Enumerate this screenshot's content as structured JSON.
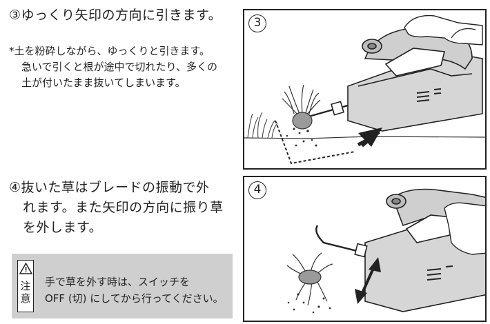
{
  "step3": {
    "title": "③ゆっくり矢印の方向に引きます。",
    "note_mark": "*",
    "note_lines": [
      "土を粉砕しながら、ゆっくりと引きます。",
      "急いで引くと根が途中で切れたり、多くの",
      "土が付いたまま抜いてしまいます。"
    ],
    "badge": "3"
  },
  "step4": {
    "title_lines": [
      "④抜いた草はブレードの振動で外",
      "れます。また矢印の方向に振り草",
      "を外します。"
    ],
    "badge": "4"
  },
  "caution": {
    "kanji_top": "注",
    "kanji_bottom": "意",
    "lines": [
      "手で草を外す時は、スイッチを",
      "OFF (切) にしてから行ってください。"
    ]
  },
  "icons": [
    "warning-triangle-icon"
  ],
  "colors": {
    "caution_bg": "#cfcfcf",
    "line": "#222222"
  }
}
